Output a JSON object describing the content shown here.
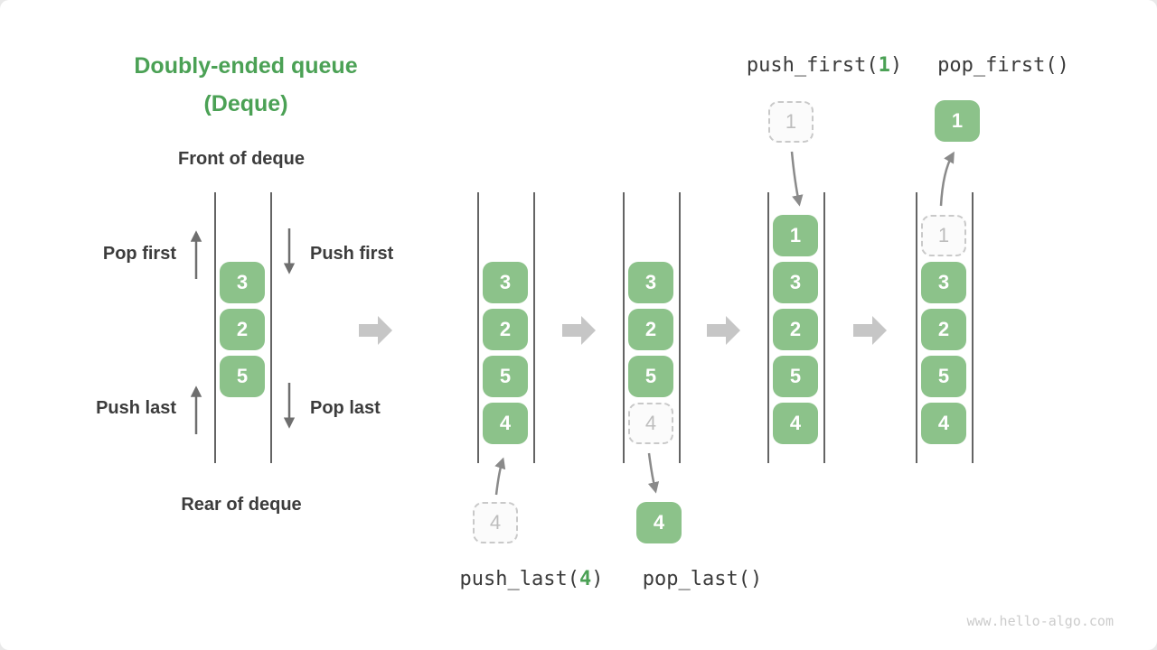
{
  "page": {
    "watermark": "www.hello-algo.com"
  },
  "colors": {
    "green_box": "#8CC28A",
    "green_text": "#4BA155",
    "dark_text": "#3C3C3C",
    "line": "#646464",
    "arrow_small": "#6E6E6E",
    "arrow_mid": "#8A8A8A",
    "arrow_big": "#C6C6C6",
    "dashed_border": "#C9C9C9",
    "dashed_text": "#BDBDBD",
    "dashed_bg": "#FBFBFB",
    "watermark": "#CCCCCC"
  },
  "title": {
    "line1": "Doubly-ended queue",
    "line2": "(Deque)"
  },
  "labels": {
    "front": "Front of deque",
    "rear": "Rear of deque",
    "pop_first": "Pop first",
    "push_first": "Push first",
    "push_last": "Push last",
    "pop_last": "Pop last"
  },
  "operations": {
    "push_last": {
      "pre": "push_last(",
      "arg": "4",
      "post": ")"
    },
    "pop_last": {
      "pre": "pop_last()",
      "arg": "",
      "post": ""
    },
    "push_first": {
      "pre": "push_first(",
      "arg": "1",
      "post": ")"
    },
    "pop_first": {
      "pre": "pop_first()",
      "arg": "",
      "post": ""
    }
  },
  "diagram": {
    "stages": [
      {
        "name": "initial-deque",
        "cells": [
          {
            "v": "3",
            "style": "green"
          },
          {
            "v": "2",
            "style": "green"
          },
          {
            "v": "5",
            "style": "green"
          }
        ]
      },
      {
        "name": "push-last-stage",
        "cells": [
          {
            "v": "3",
            "style": "green"
          },
          {
            "v": "2",
            "style": "green"
          },
          {
            "v": "5",
            "style": "green"
          },
          {
            "v": "4",
            "style": "green"
          }
        ],
        "floating": {
          "v": "4",
          "style": "dashed",
          "position": "below"
        }
      },
      {
        "name": "pop-last-stage",
        "cells": [
          {
            "v": "3",
            "style": "green"
          },
          {
            "v": "2",
            "style": "green"
          },
          {
            "v": "5",
            "style": "green"
          },
          {
            "v": "4",
            "style": "dashed"
          }
        ],
        "floating": {
          "v": "4",
          "style": "green",
          "position": "below"
        }
      },
      {
        "name": "push-first-stage",
        "cells": [
          {
            "v": "1",
            "style": "green"
          },
          {
            "v": "3",
            "style": "green"
          },
          {
            "v": "2",
            "style": "green"
          },
          {
            "v": "5",
            "style": "green"
          },
          {
            "v": "4",
            "style": "green"
          }
        ],
        "floating": {
          "v": "1",
          "style": "dashed",
          "position": "above"
        }
      },
      {
        "name": "pop-first-stage",
        "cells": [
          {
            "v": "1",
            "style": "dashed"
          },
          {
            "v": "3",
            "style": "green"
          },
          {
            "v": "2",
            "style": "green"
          },
          {
            "v": "5",
            "style": "green"
          },
          {
            "v": "4",
            "style": "green"
          }
        ],
        "floating": {
          "v": "1",
          "style": "green",
          "position": "above"
        }
      }
    ]
  }
}
